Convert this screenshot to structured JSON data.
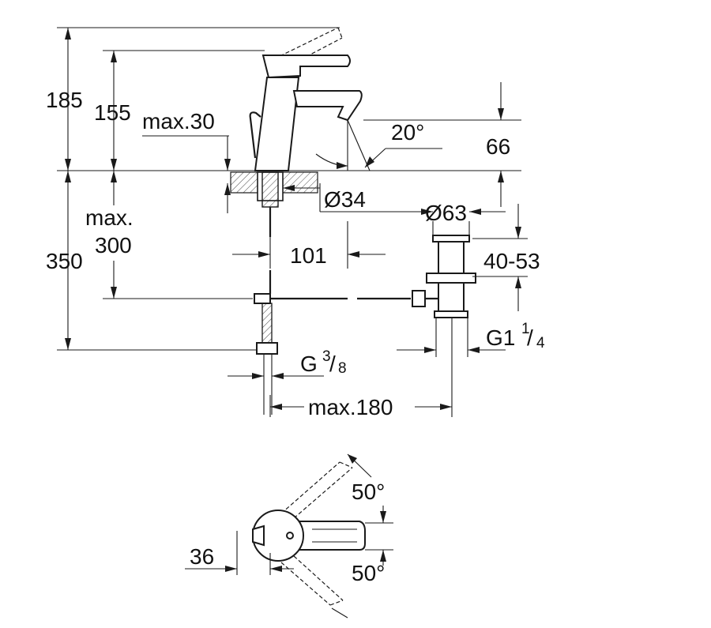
{
  "dimensions": {
    "d185": "185",
    "d155": "155",
    "max30": "max.30",
    "angle20": "20°",
    "d66": "66",
    "dia34": "Ø34",
    "dia63": "Ø63",
    "max_word": "max.",
    "d300": "300",
    "d350": "350",
    "d101": "101",
    "range4053": "40-53",
    "g1_main": "G1",
    "g1_num": "1",
    "g1_den": "4",
    "g38_main": "G",
    "g38_num": "3",
    "g38_den": "8",
    "max180": "max.180",
    "angle50_top": "50°",
    "angle50_bot": "50°",
    "d36": "36"
  }
}
